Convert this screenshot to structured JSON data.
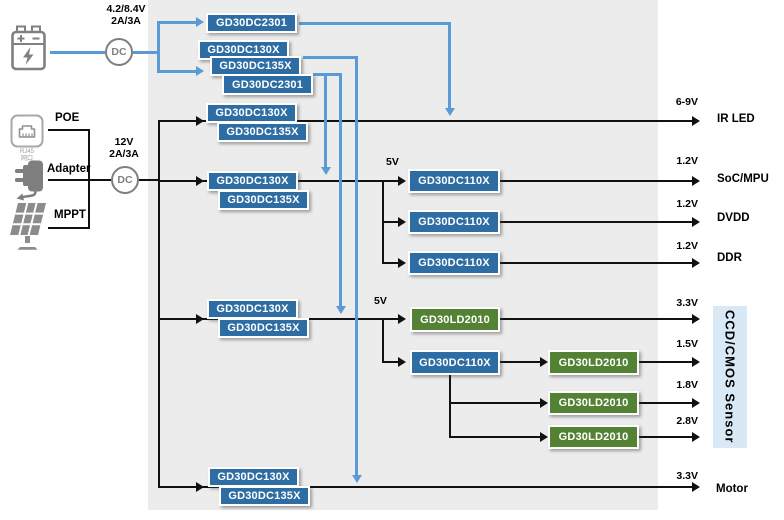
{
  "power_inputs": {
    "battery": {
      "rating_line1": "4.2/8.4V",
      "rating_line2": "2A/3A",
      "converter": "DC"
    },
    "wired": {
      "rating_line1": "12V",
      "rating_line2": "2A/3A",
      "converter": "DC",
      "poe": {
        "label": "POE",
        "icon_caption_line1": "RJ45",
        "icon_caption_line2": "网口"
      },
      "adapter": {
        "label": "Adapter"
      },
      "mppt": {
        "label": "MPPT"
      }
    }
  },
  "chips": {
    "dc2301": "GD30DC2301",
    "dc130x": "GD30DC130X",
    "dc135x": "GD30DC135X",
    "dc110x": "GD30DC110X",
    "ld2010": "GD30LD2010"
  },
  "rails": {
    "five_v_core": "5V",
    "five_v_sensor": "5V"
  },
  "outputs": [
    {
      "voltage": "6-9V",
      "device": "IR LED"
    },
    {
      "voltage": "1.2V",
      "device": "SoC/MPU"
    },
    {
      "voltage": "1.2V",
      "device": "DVDD"
    },
    {
      "voltage": "1.2V",
      "device": "DDR"
    },
    {
      "voltage": "3.3V",
      "device": ""
    },
    {
      "voltage": "1.5V",
      "device": ""
    },
    {
      "voltage": "1.8V",
      "device": ""
    },
    {
      "voltage": "2.8V",
      "device": ""
    },
    {
      "voltage": "3.3V",
      "device": "Motor"
    }
  ],
  "sensor": {
    "label": "CCD/CMOS Sensor"
  },
  "colors": {
    "dcdc_chip": "#2d6da3",
    "ldo_chip": "#548235",
    "wire_black": "#111111",
    "wire_blue": "#5b9bd5",
    "panel_bg": "#ececec",
    "sensor_bg": "#d9e8f5"
  }
}
